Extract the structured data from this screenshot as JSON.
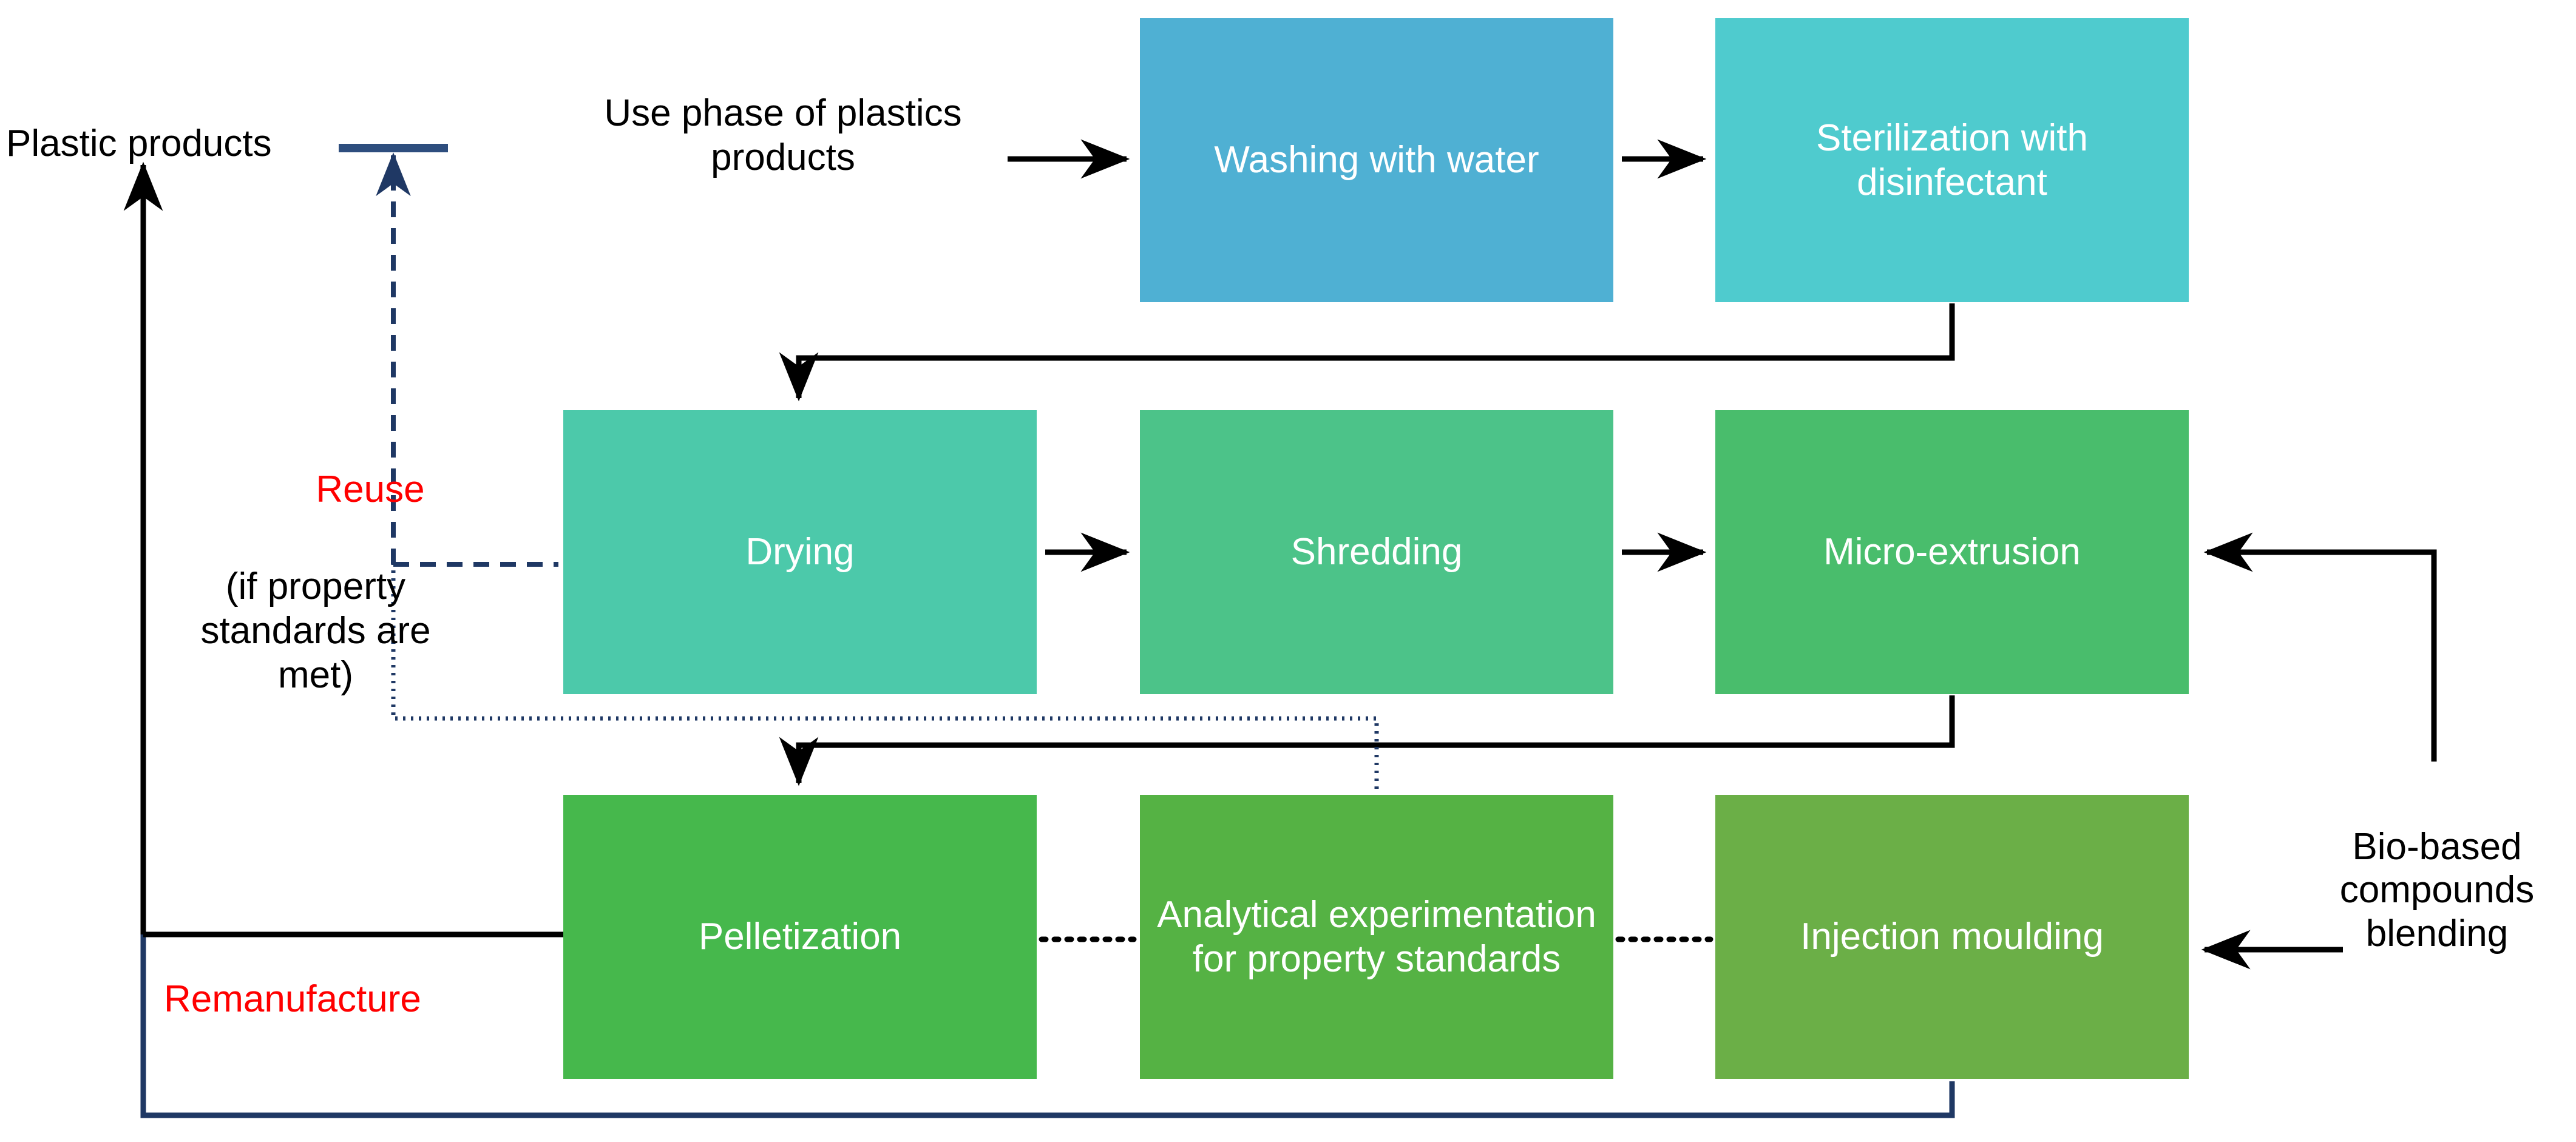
{
  "diagram": {
    "title": "Plastics reuse and remanufacture process flow",
    "colors": {
      "washing": "#4FB0D3",
      "sterilization": "#4FCBCE",
      "drying": "#4CC9AA",
      "shredding": "#4CC389",
      "micro_extrusion": "#49BD6C",
      "pelletization": "#46B84C",
      "analytical": "#55B244",
      "injection": "#6BAF47",
      "reuse_label": "#FF0000",
      "remanufacture_label": "#FF0000",
      "reuse_loop_line": "#1F3864",
      "remanufacture_loop_line": "#1F3864",
      "process_arrow": "#000000",
      "text_on_box": "#FFFFFF",
      "text_plain": "#000000"
    },
    "nodes": [
      {
        "id": "washing",
        "label": "Washing with water",
        "row": 1,
        "col": 2
      },
      {
        "id": "sterilization",
        "label": "Sterilization with disinfectant",
        "row": 1,
        "col": 3
      },
      {
        "id": "drying",
        "label": "Drying",
        "row": 2,
        "col": 1
      },
      {
        "id": "shredding",
        "label": "Shredding",
        "row": 2,
        "col": 2
      },
      {
        "id": "micro_extrusion",
        "label": "Micro-extrusion",
        "row": 2,
        "col": 3
      },
      {
        "id": "pelletization",
        "label": "Pelletization",
        "row": 3,
        "col": 1
      },
      {
        "id": "analytical",
        "label": "Analytical experimentation for property standards",
        "row": 3,
        "col": 2
      },
      {
        "id": "injection",
        "label": "Injection moulding",
        "row": 3,
        "col": 3
      }
    ],
    "labels": {
      "plastic_products": "Plastic products",
      "use_phase": "Use phase of plastics products",
      "reuse": "Reuse",
      "reuse_condition": "(if property standards are met)",
      "remanufacture": "Remanufacture",
      "bio_based": "Bio-based compounds blending"
    },
    "edges": [
      {
        "from": "use_phase",
        "to": "washing",
        "style": "solid",
        "color": "#000000"
      },
      {
        "from": "washing",
        "to": "sterilization",
        "style": "solid",
        "color": "#000000"
      },
      {
        "from": "sterilization",
        "to": "drying",
        "style": "solid",
        "color": "#000000"
      },
      {
        "from": "drying",
        "to": "shredding",
        "style": "solid",
        "color": "#000000"
      },
      {
        "from": "shredding",
        "to": "micro_extrusion",
        "style": "solid",
        "color": "#000000"
      },
      {
        "from": "micro_extrusion",
        "to": "pelletization",
        "style": "solid",
        "color": "#000000"
      },
      {
        "from": "pelletization",
        "to": "analytical",
        "style": "dotted",
        "color": "#000000"
      },
      {
        "from": "analytical",
        "to": "injection",
        "style": "dotted",
        "color": "#000000"
      },
      {
        "from": "bio_based",
        "to": "micro_extrusion",
        "style": "solid",
        "color": "#000000"
      },
      {
        "from": "bio_based",
        "to": "injection",
        "style": "solid",
        "color": "#000000"
      },
      {
        "from": "analytical",
        "to": "reuse",
        "style": "dotted",
        "color": "#1F3864"
      },
      {
        "from": "reuse",
        "to": "drying",
        "style": "dashed",
        "color": "#1F3864"
      },
      {
        "from": "reuse",
        "to": "plastic_products",
        "style": "dashed",
        "color": "#1F3864"
      },
      {
        "from": "injection",
        "to": "remanufacture",
        "style": "solid",
        "color": "#1F3864"
      },
      {
        "from": "remanufacture",
        "to": "plastic_products",
        "style": "solid",
        "color": "#000000"
      }
    ]
  }
}
